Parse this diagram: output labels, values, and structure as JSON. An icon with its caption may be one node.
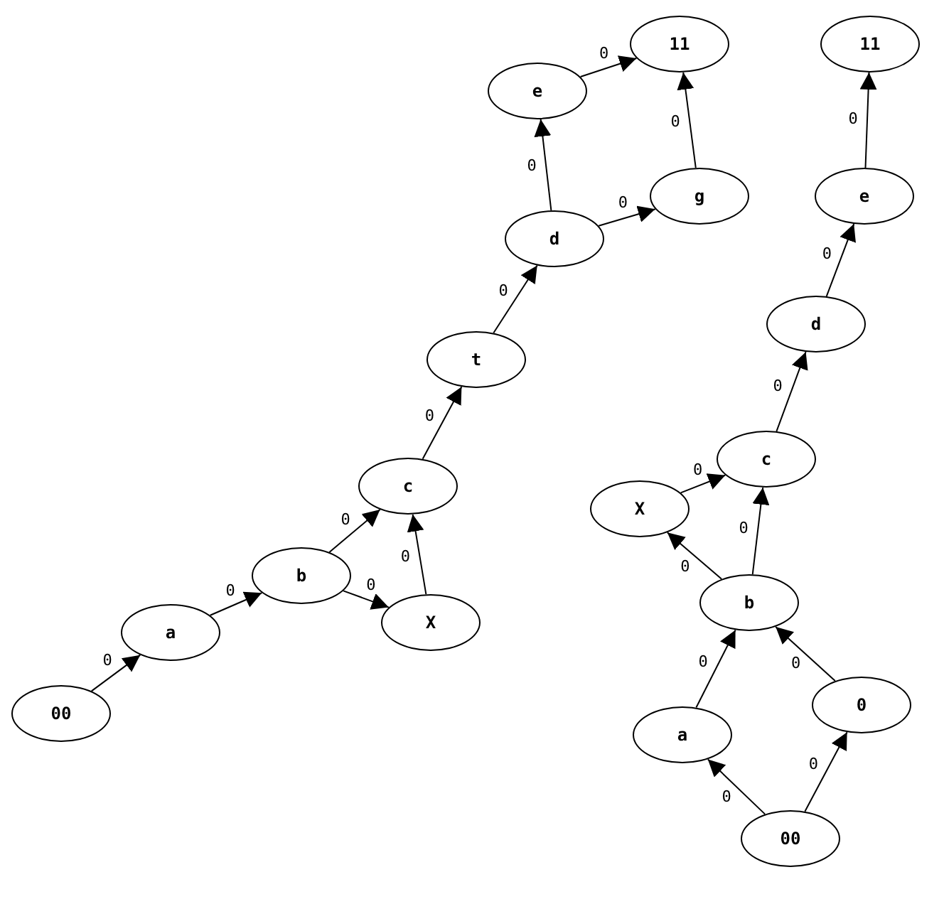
{
  "diagram": {
    "nodes": [
      {
        "text": [
          "00"
        ]
      },
      {
        "text": [
          "a"
        ]
      },
      {
        "text": [
          "b"
        ]
      },
      {
        "text": [
          "X"
        ]
      },
      {
        "text": [
          "c"
        ]
      },
      {
        "text": [
          "t"
        ]
      },
      {
        "text": [
          "d"
        ]
      },
      {
        "text": [
          "e"
        ]
      },
      {
        "text": [
          "g"
        ]
      },
      {
        "text": [
          "11"
        ]
      },
      {
        "text": [
          "11"
        ]
      },
      {
        "text": [
          "e"
        ]
      },
      {
        "text": [
          "d"
        ]
      },
      {
        "text": [
          "c"
        ]
      },
      {
        "text": [
          "X"
        ]
      },
      {
        "text": [
          "b"
        ]
      },
      {
        "text": [
          "a"
        ]
      },
      {
        "text": [
          "0"
        ]
      },
      {
        "text": [
          "00"
        ]
      }
    ],
    "edges": [
      {
        "from": 0,
        "to": 1,
        "arrow": "to",
        "label": "0"
      },
      {
        "from": 1,
        "to": 2,
        "arrow": "to",
        "label": "0"
      },
      {
        "from": 2,
        "to": 3,
        "arrow": "to",
        "label": "0"
      },
      {
        "from": 2,
        "to": 4,
        "arrow": "to",
        "label": "0"
      },
      {
        "from": 3,
        "to": 4,
        "arrow": "to",
        "label": "0"
      },
      {
        "from": 4,
        "to": 5,
        "arrow": "to",
        "label": "0"
      },
      {
        "from": 5,
        "to": 6,
        "arrow": "to",
        "label": "0"
      },
      {
        "from": 6,
        "to": 7,
        "arrow": "to",
        "label": "0"
      },
      {
        "from": 6,
        "to": 8,
        "arrow": "to",
        "label": "0"
      },
      {
        "from": 7,
        "to": 9,
        "arrow": "to",
        "label": "0"
      },
      {
        "from": 8,
        "to": 9,
        "arrow": "to",
        "label": "0"
      },
      {
        "from": 18,
        "to": 16,
        "arrow": "to",
        "label": "0"
      },
      {
        "from": 18,
        "to": 17,
        "arrow": "to",
        "label": "0"
      },
      {
        "from": 16,
        "to": 15,
        "arrow": "to",
        "label": "0"
      },
      {
        "from": 17,
        "to": 15,
        "arrow": "to",
        "label": "0"
      },
      {
        "from": 15,
        "to": 14,
        "arrow": "to",
        "label": "0"
      },
      {
        "from": 15,
        "to": 13,
        "arrow": "to",
        "label": "0"
      },
      {
        "from": 14,
        "to": 13,
        "arrow": "to",
        "label": "0"
      },
      {
        "from": 13,
        "to": 12,
        "arrow": "to",
        "label": "0"
      },
      {
        "from": 12,
        "to": 11,
        "arrow": "to",
        "label": "0"
      },
      {
        "from": 11,
        "to": 10,
        "arrow": "to",
        "label": "0"
      }
    ]
  }
}
